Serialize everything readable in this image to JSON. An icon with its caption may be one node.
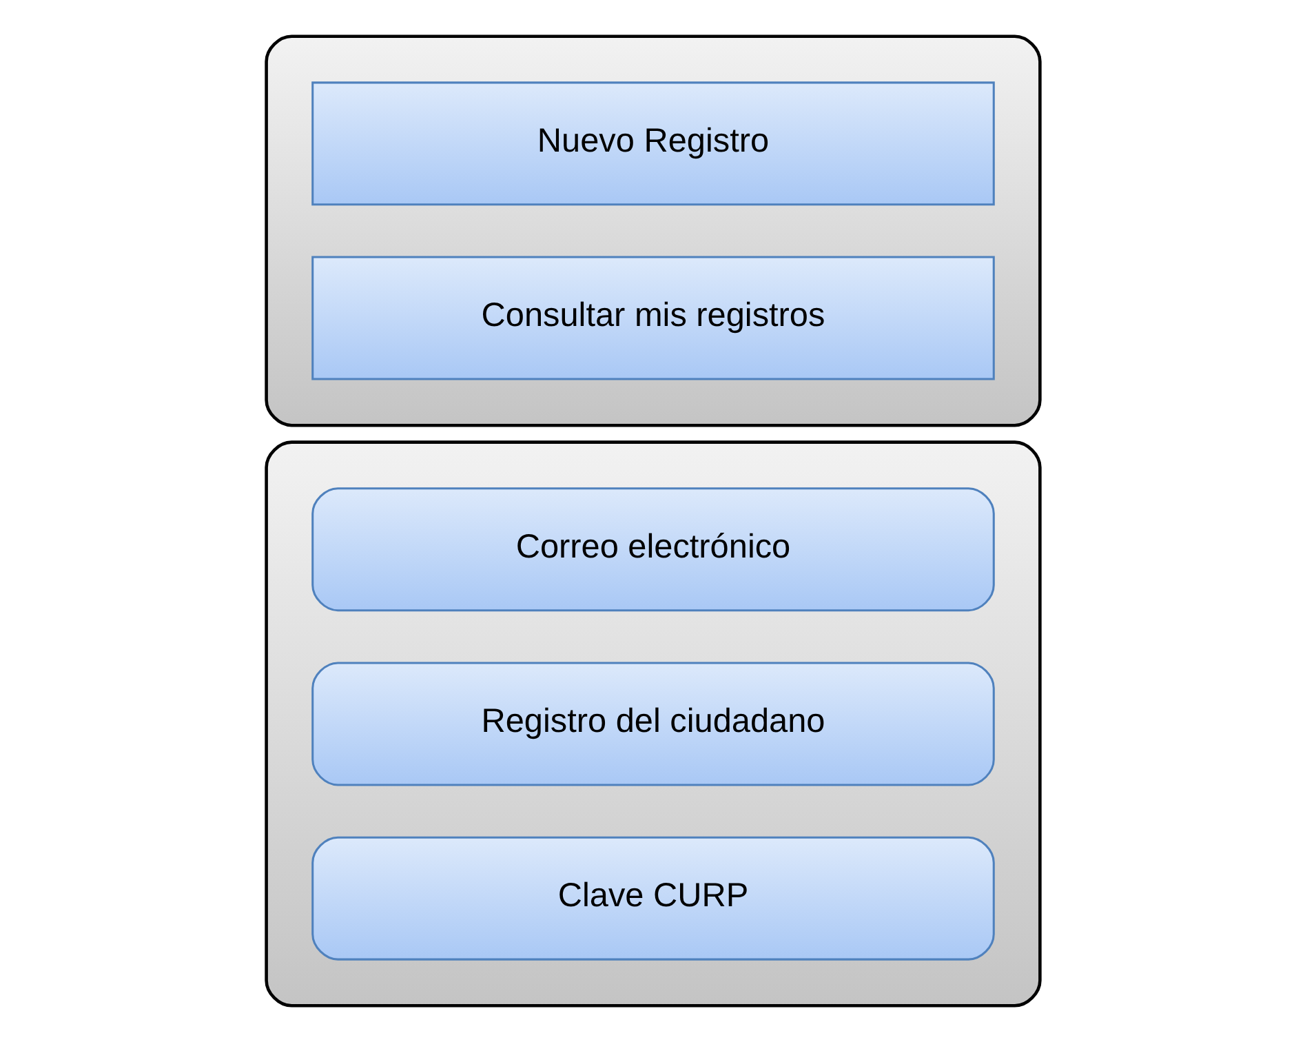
{
  "diagram": {
    "nodes": [
      {
        "text": [],
        "shape": "box"
      },
      {
        "text": [
          "Correo electrónico"
        ],
        "in": 0
      },
      {
        "text": [
          "Registro del ciudadano"
        ],
        "in": 0
      },
      {
        "text": [
          "Clave CURP"
        ],
        "in": 0
      },
      {
        "text": [],
        "shape": "box"
      },
      {
        "text": [
          "Nuevo Registro"
        ],
        "in": 4
      },
      {
        "text": [
          "Consultar mis registros"
        ],
        "in": 4
      }
    ],
    "edges": []
  }
}
